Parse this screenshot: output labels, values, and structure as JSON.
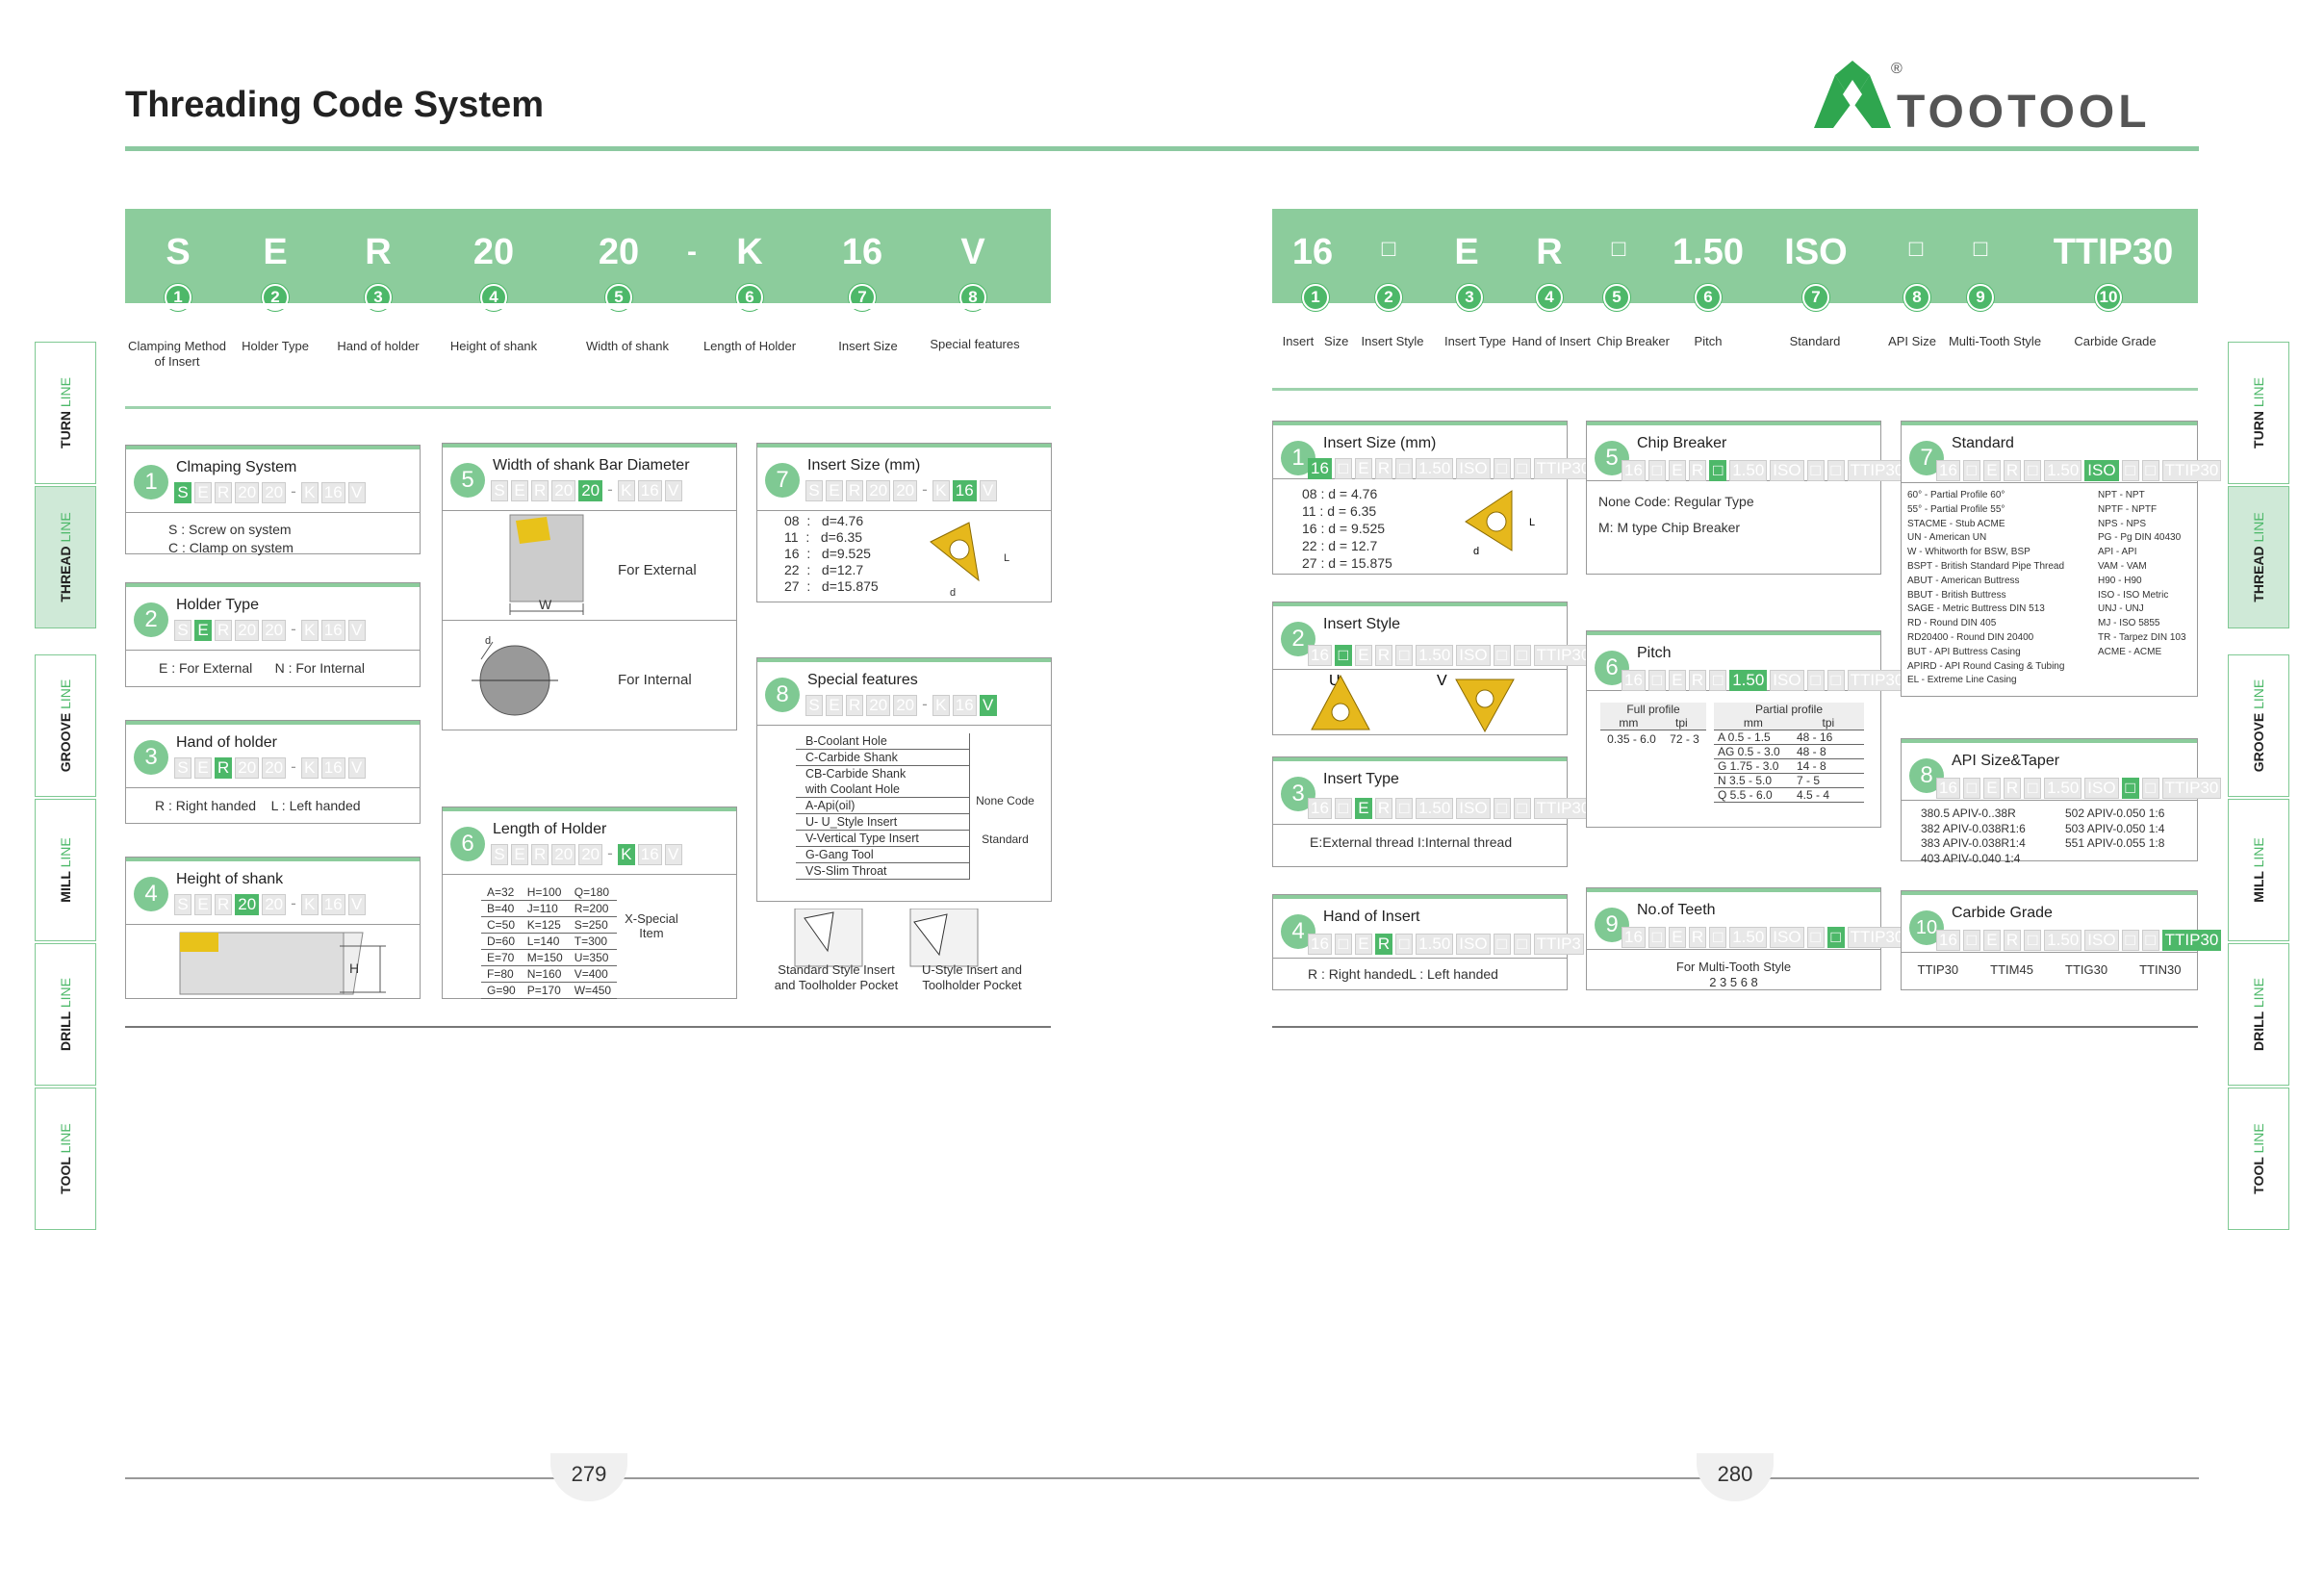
{
  "header": {
    "title": "Threading Code System",
    "logo_text": "TOOTOOL",
    "reg": "®"
  },
  "left": {
    "code": [
      "S",
      "E",
      "R",
      "20",
      "20",
      "-",
      "K",
      "16",
      "V"
    ],
    "nums": [
      "1",
      "2",
      "3",
      "4",
      "5",
      "6",
      "7",
      "8"
    ],
    "labels": [
      "Clamping Method\nof Insert",
      "Holder  Type",
      "Hand of holder",
      "Height of shank",
      "Width of shank",
      "Length of Holder",
      "Insert Size",
      "Special features"
    ],
    "b1": {
      "n": "1",
      "title": "Clmaping System",
      "l1": "S : Screw on system",
      "l2": "C : Clamp on system"
    },
    "b2": {
      "n": "2",
      "title": "Holder  Type",
      "l1": "E : For External      N : For Internal"
    },
    "b3": {
      "n": "3",
      "title": "Hand of holder",
      "l1": "R : Right handed    L : Left handed"
    },
    "b4": {
      "n": "4",
      "title": "Height of shank",
      "h": "H"
    },
    "b5": {
      "n": "5",
      "title": "Width of shank  Bar Diameter",
      "ext": "For External",
      "int": "For Internal",
      "w": "W",
      "d": "d"
    },
    "b6": {
      "n": "6",
      "title": "Length of Holder",
      "rows": [
        [
          "A=32",
          "H=100",
          "Q=180"
        ],
        [
          "B=40",
          "J=110",
          "R=200"
        ],
        [
          "C=50",
          "K=125",
          "S=250"
        ],
        [
          "D=60",
          "L=140",
          "T=300"
        ],
        [
          "E=70",
          "M=150",
          "U=350"
        ],
        [
          "F=80",
          "N=160",
          "V=400"
        ],
        [
          "G=90",
          "P=170",
          "W=450"
        ]
      ],
      "special": "X-Special\nItem"
    },
    "b7": {
      "n": "7",
      "title": "Insert Size (mm)",
      "rows": [
        "08  :   d=4.76",
        "11  :   d=6.35",
        "16  :   d=9.525",
        "22  :   d=12.7",
        "27  :   d=15.875"
      ],
      "l": "L",
      "d": "d"
    },
    "b8": {
      "n": "8",
      "title": "Special features",
      "rows": [
        "B-Coolant Hole",
        "C-Carbide Shank",
        "CB-Carbide Shank\nwith Coolant Hole",
        "A-Api(oil)",
        "U- U_Style Insert",
        "V-Vertical Type Insert",
        "G-Gang Tool",
        "VS-Slim Throat"
      ],
      "none": "None Code",
      "std": "Standard"
    },
    "cap1": "Standard Style Insert\nand Toolholder Pocket",
    "cap2": "U-Style Insert and\nToolholder Pocket",
    "page": "279"
  },
  "right": {
    "code": [
      "16",
      "□",
      "E",
      "R",
      "□",
      "1.50",
      "ISO",
      "□",
      "□",
      "TTIP30"
    ],
    "nums": [
      "1",
      "2",
      "3",
      "4",
      "5",
      "6",
      "7",
      "8",
      "9",
      "10"
    ],
    "labels": [
      "Insert   Size",
      "Insert   Style",
      "Insert   Type",
      "Hand of Insert",
      "Chip Breaker",
      "Pitch",
      "Standard",
      "API Size",
      "Multi-Tooth Style",
      "Carbide Grade"
    ],
    "b1": {
      "n": "1",
      "title": "Insert Size (mm)",
      "rows": [
        "08 : d = 4.76",
        "11 : d = 6.35",
        "16 : d = 9.525",
        "22 : d = 12.7",
        "27 : d = 15.875"
      ],
      "l": "L",
      "d": "d"
    },
    "b2": {
      "n": "2",
      "title": "Insert   Style",
      "u": "U",
      "v": "V"
    },
    "b3": {
      "n": "3",
      "title": "Insert    Type",
      "l1": "E:External thread I:Internal thread"
    },
    "b4": {
      "n": "4",
      "title": "Hand of Insert",
      "l1": "R : Right handedL : Left handed"
    },
    "b5": {
      "n": "5",
      "title": "Chip Breaker",
      "l1": "None Code: Regular Type",
      "l2": "M: M type Chip Breaker"
    },
    "b6": {
      "n": "6",
      "title": "Pitch",
      "full": "Full profile",
      "partial": "Partial profile",
      "mm": "mm",
      "tpi": "tpi",
      "fullrow": [
        "0.35 - 6.0",
        "72 - 3"
      ],
      "rows": [
        [
          "A 0.5 - 1.5",
          "48 - 16"
        ],
        [
          "AG 0.5 - 3.0",
          "48 - 8"
        ],
        [
          "G 1.75 - 3.0",
          "14 - 8"
        ],
        [
          "N 3.5 - 5.0",
          "7 - 5"
        ],
        [
          "Q 5.5 - 6.0",
          "4.5 - 4"
        ]
      ]
    },
    "b7": {
      "n": "7",
      "title": "Standard",
      "left": [
        "60° - Partial Profile 60°",
        "55° - Partial Profile 55°",
        "STACME  - Stub ACME",
        "UN - American UN",
        "W - Whitworth for BSW, BSP",
        "BSPT - British Standard Pipe Thread",
        "ABUT - American Buttress",
        "BBUT - British Buttress",
        "SAGE - Metric Buttress DIN 513",
        "RD - Round DIN 405",
        "RD20400  - Round DIN 20400",
        "BUT - API Buttress Casing",
        "APIRD - API Round Casing & Tubing",
        "EL - Extreme Line Casing"
      ],
      "right": [
        "NPT - NPT",
        "NPTF - NPTF",
        "NPS - NPS",
        "PG - Pg DIN 40430",
        "API - API",
        "VAM - VAM",
        "H90 - H90",
        "ISO - ISO Metric",
        "UNJ - UNJ",
        "MJ - ISO 5855",
        "TR - Tarpez DIN 103",
        "ACME - ACME"
      ]
    },
    "b8": {
      "n": "8",
      "title": "API Size&Taper",
      "rows": [
        [
          "380.5 APIV-0..38R",
          "502  APIV-0.050  1:6"
        ],
        [
          "382  APIV-0.038R1:6",
          "503  APIV-0.050  1:4"
        ],
        [
          "383  APIV-0.038R1:4",
          "551  APIV-0.055  1:8"
        ],
        [
          "403  APIV-0.040  1:4",
          ""
        ]
      ]
    },
    "b9": {
      "n": "9",
      "title": "No.of Teeth",
      "l1": "For Multi-Tooth Style",
      "l2": "2  3  5  6  8"
    },
    "b10": {
      "n": "10",
      "title": "Carbide Grade",
      "grades": [
        "TTIP30",
        "TTIM45",
        "TTIG30",
        "TTIN30"
      ]
    },
    "page": "280"
  },
  "sidebar": [
    "TURN",
    "THREAD",
    "GROOVE",
    "MILL",
    "DRILL",
    "TOOL"
  ],
  "sidebar_suffix": "LINE"
}
